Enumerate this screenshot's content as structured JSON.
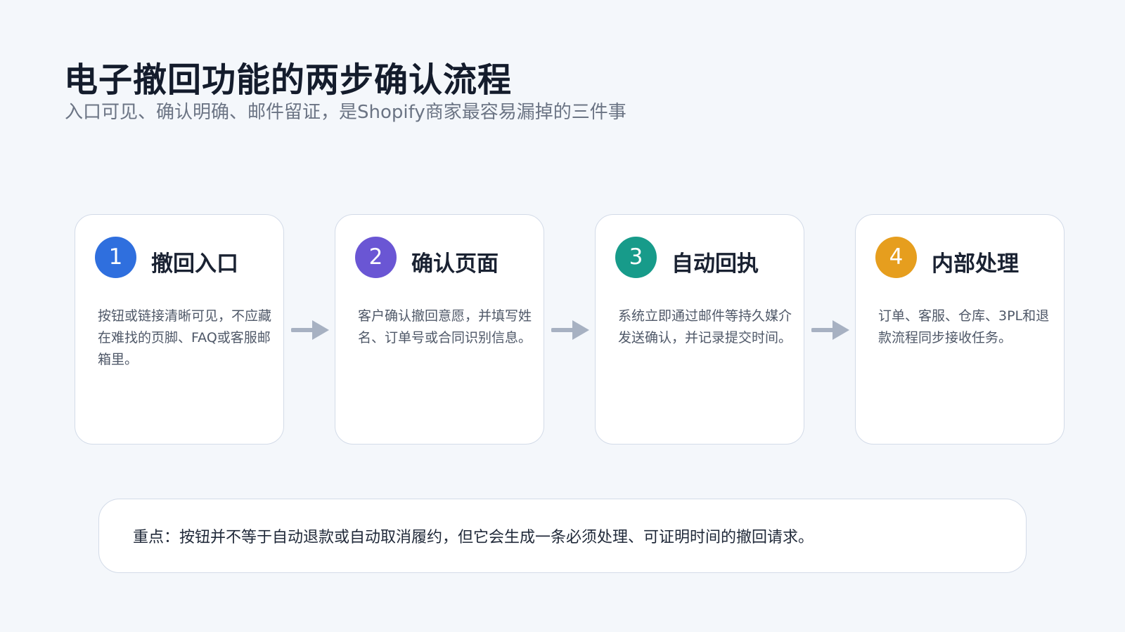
{
  "title": "电子撤回功能的两步确认流程",
  "subtitle": "入口可见、确认明确、邮件留证，是Shopify商家最容易漏掉的三件事",
  "steps": [
    {
      "number": "1",
      "title": "撤回入口",
      "description": "按钮或链接清晰可见，不应藏在难找的页脚、FAQ或客服邮箱里。",
      "color": "#2f6fde"
    },
    {
      "number": "2",
      "title": "确认页面",
      "description": "客户确认撤回意愿，并填写姓名、订单号或合同识别信息。",
      "color": "#6a56d4"
    },
    {
      "number": "3",
      "title": "自动回执",
      "description": "系统立即通过邮件等持久媒介发送确认，并记录提交时间。",
      "color": "#179b8a"
    },
    {
      "number": "4",
      "title": "内部处理",
      "description": "订单、客服、仓库、3PL和退款流程同步接收任务。",
      "color": "#e69e1e"
    }
  ],
  "arrow_icon": "arrow-right-icon",
  "arrow_color": "#a7b1c2",
  "note": "重点：按钮并不等于自动退款或自动取消履约，但它会生成一条必须处理、可证明时间的撤回请求。"
}
